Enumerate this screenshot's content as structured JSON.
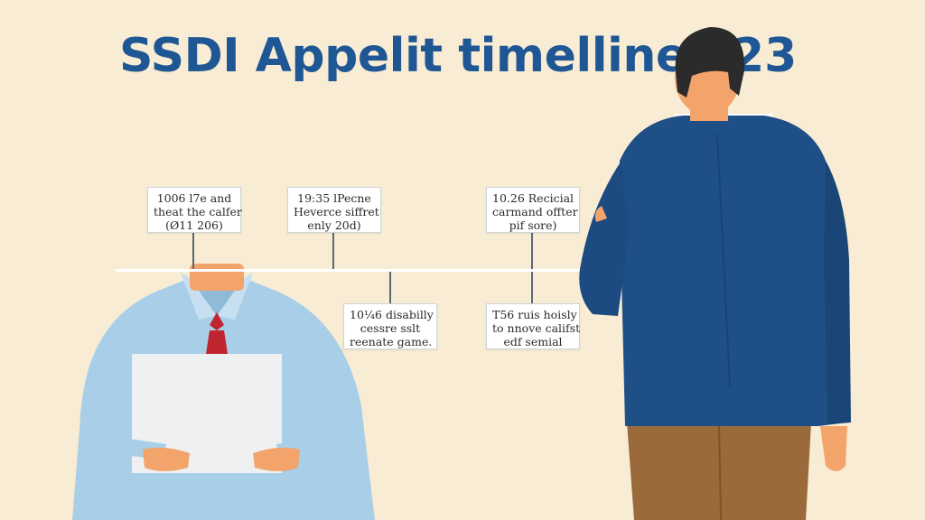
{
  "title": {
    "main": "SSDI Appelit timelline",
    "year_fragment": "23"
  },
  "timeline": {
    "cards": [
      {
        "lines": [
          "1006 l7e and",
          "theat the calfer",
          "(Ø11 206)"
        ]
      },
      {
        "lines": [
          "19:35 lPecne",
          "Heverce siffret",
          "enly 20d)"
        ]
      },
      {
        "lines": [
          "10.26 Recicial",
          "carmand offter",
          "pif sore)"
        ]
      },
      {
        "lines": [
          "10¼6 disabilly",
          "cessre sslt",
          "reenate game."
        ]
      },
      {
        "lines": [
          "T56 ruis hoisly",
          "to nnove califst",
          "edf semial"
        ]
      }
    ]
  },
  "colors": {
    "background": "#f9ecd4",
    "title": "#1f5794",
    "jacket": "#1f4f87",
    "shirt": "#a9cfe8",
    "tie": "#c0262f",
    "skin": "#f3a46b",
    "hair": "#2b2b2b",
    "trousers": "#9a6a3a"
  }
}
